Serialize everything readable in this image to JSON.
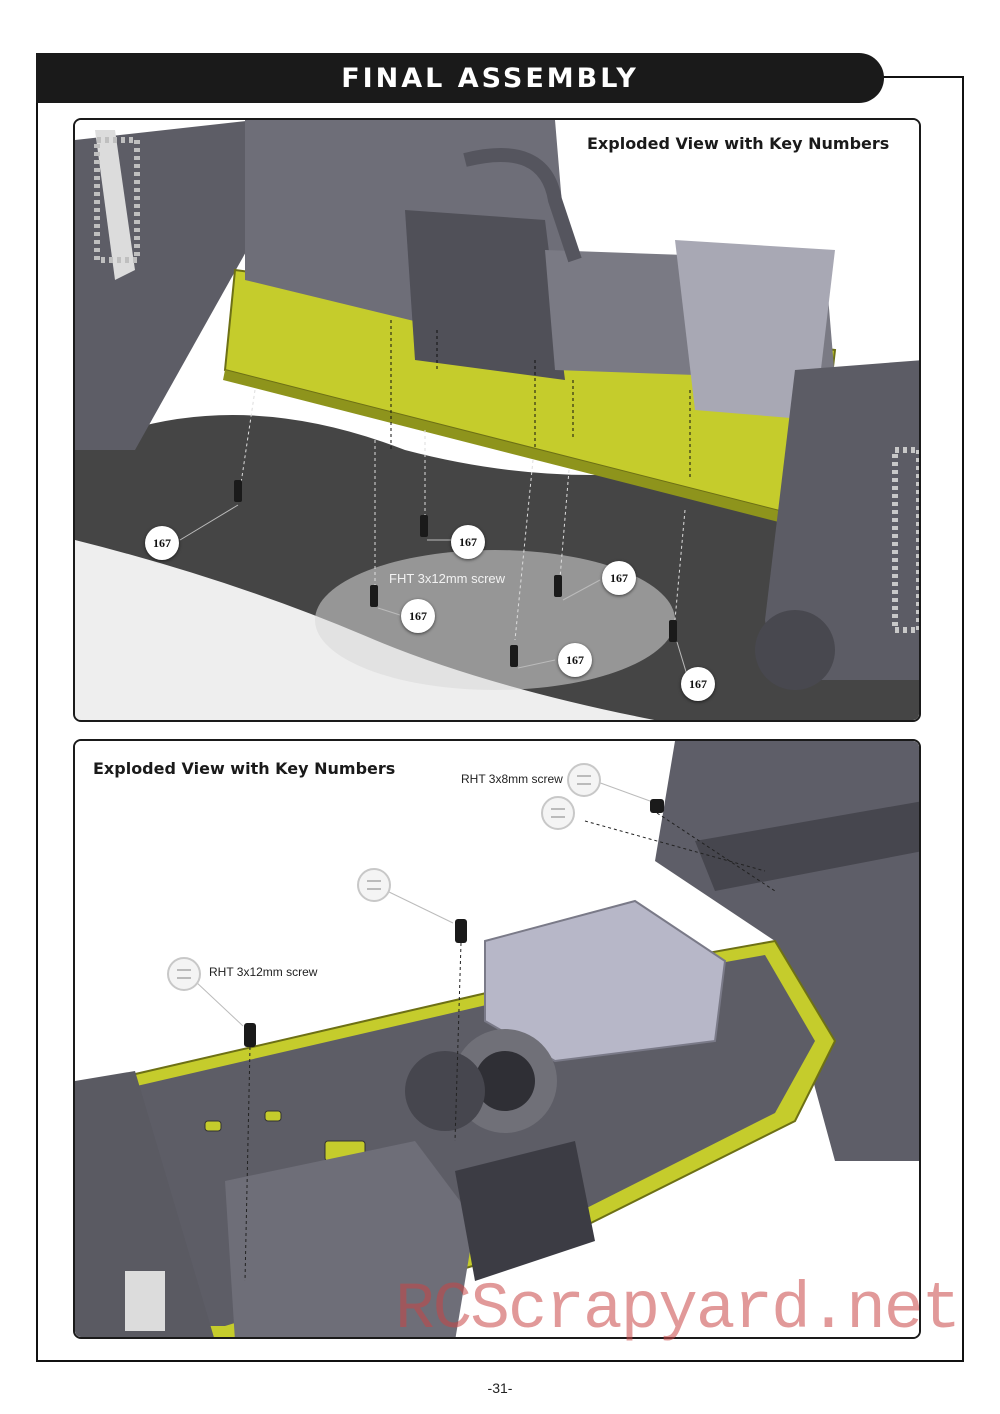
{
  "page": {
    "title": "FINAL ASSEMBLY",
    "page_number": "-31-",
    "watermark": "RCScrapyard.net"
  },
  "top_panel": {
    "heading": "Exploded View with Key Numbers",
    "screw_label": "FHT 3x12mm screw",
    "key_numbers": [
      "167",
      "167",
      "167",
      "167",
      "167",
      "167"
    ]
  },
  "bottom_panel": {
    "heading": "Exploded View with Key Numbers",
    "label_rht_8": "RHT 3x8mm screw",
    "label_rht_12": "RHT 3x12mm screw"
  },
  "colors": {
    "chassis_yellow": "#c5cc2c",
    "part_grey": "#6e6e78",
    "dark_ground": "#3a3a3a"
  }
}
